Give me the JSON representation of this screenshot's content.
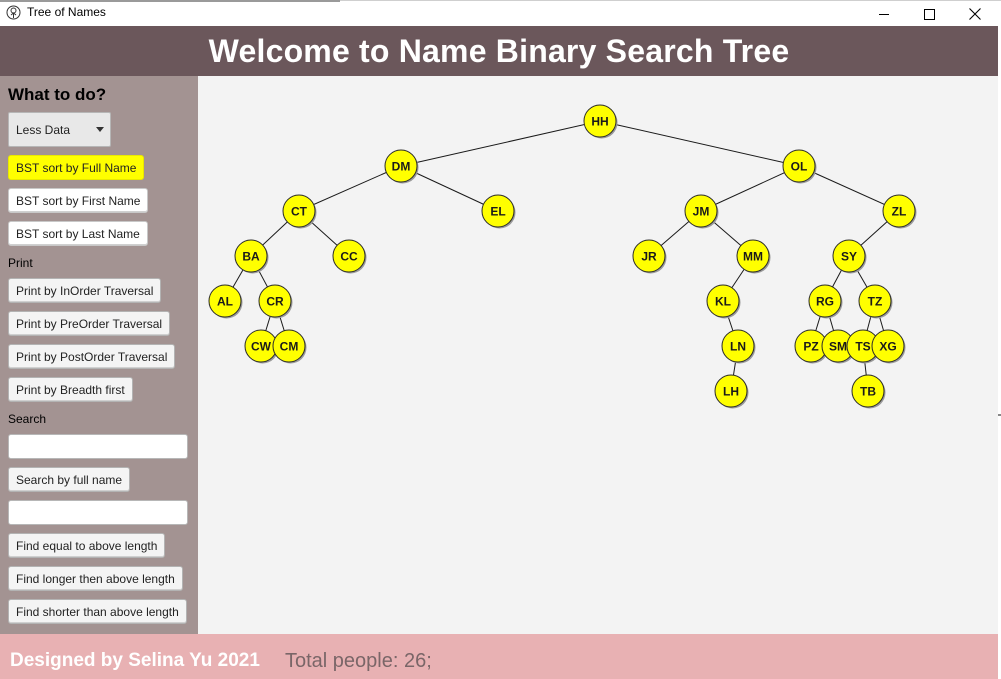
{
  "window": {
    "title": "Tree of Names",
    "controls": [
      "minimize",
      "maximize",
      "close"
    ]
  },
  "header": {
    "title": "Welcome to Name Binary Search Tree"
  },
  "sidebar": {
    "heading": "What to do?",
    "dropdown": {
      "selected": "Less Data"
    },
    "sort_buttons": [
      {
        "label": "BST sort by Full Name",
        "active": true
      },
      {
        "label": "BST sort by First Name",
        "active": false
      },
      {
        "label": "BST sort by Last Name",
        "active": false
      }
    ],
    "print_label": "Print",
    "print_buttons": [
      {
        "label": "Print by InOrder Traversal"
      },
      {
        "label": "Print by PreOrder Traversal"
      },
      {
        "label": "Print by PostOrder Traversal"
      },
      {
        "label": "Print by Breadth first"
      }
    ],
    "search_label": "Search",
    "search_input": {
      "value": "",
      "placeholder": ""
    },
    "search_button": "Search by full name",
    "length_input": {
      "value": "",
      "placeholder": ""
    },
    "length_buttons": [
      {
        "label": "Find equal to above length"
      },
      {
        "label": "Find longer then above length"
      },
      {
        "label": "Find shorter than above length"
      }
    ]
  },
  "tree": {
    "node_color": "#ffff00",
    "nodes": [
      {
        "id": "HH",
        "label": "HH"
      },
      {
        "id": "DM",
        "label": "DM"
      },
      {
        "id": "OL",
        "label": "OL"
      },
      {
        "id": "CT",
        "label": "CT"
      },
      {
        "id": "EL",
        "label": "EL"
      },
      {
        "id": "JM",
        "label": "JM"
      },
      {
        "id": "ZL",
        "label": "ZL"
      },
      {
        "id": "BA",
        "label": "BA"
      },
      {
        "id": "CC",
        "label": "CC"
      },
      {
        "id": "JR",
        "label": "JR"
      },
      {
        "id": "MM",
        "label": "MM"
      },
      {
        "id": "SY",
        "label": "SY"
      },
      {
        "id": "AL",
        "label": "AL"
      },
      {
        "id": "CR",
        "label": "CR"
      },
      {
        "id": "KL",
        "label": "KL"
      },
      {
        "id": "RG",
        "label": "RG"
      },
      {
        "id": "TZ",
        "label": "TZ"
      },
      {
        "id": "CW",
        "label": "CW"
      },
      {
        "id": "CM",
        "label": "CM"
      },
      {
        "id": "LN",
        "label": "LN"
      },
      {
        "id": "PZ",
        "label": "PZ"
      },
      {
        "id": "SM",
        "label": "SM"
      },
      {
        "id": "TS",
        "label": "TS"
      },
      {
        "id": "XG",
        "label": "XG"
      },
      {
        "id": "LH",
        "label": "LH"
      },
      {
        "id": "TB",
        "label": "TB"
      }
    ],
    "edges": [
      [
        "HH",
        "DM"
      ],
      [
        "HH",
        "OL"
      ],
      [
        "DM",
        "CT"
      ],
      [
        "DM",
        "EL"
      ],
      [
        "OL",
        "JM"
      ],
      [
        "OL",
        "ZL"
      ],
      [
        "CT",
        "BA"
      ],
      [
        "CT",
        "CC"
      ],
      [
        "JM",
        "JR"
      ],
      [
        "JM",
        "MM"
      ],
      [
        "ZL",
        "SY"
      ],
      [
        "BA",
        "AL"
      ],
      [
        "BA",
        "CR"
      ],
      [
        "MM",
        "KL"
      ],
      [
        "SY",
        "RG"
      ],
      [
        "SY",
        "TZ"
      ],
      [
        "CR",
        "CW"
      ],
      [
        "CR",
        "CM"
      ],
      [
        "KL",
        "LN"
      ],
      [
        "RG",
        "PZ"
      ],
      [
        "RG",
        "SM"
      ],
      [
        "TZ",
        "TS"
      ],
      [
        "TZ",
        "XG"
      ],
      [
        "LN",
        "LH"
      ],
      [
        "TS",
        "TB"
      ]
    ]
  },
  "footer": {
    "credit": "Designed by Selina Yu 2021",
    "total": "Total people: 26;"
  }
}
